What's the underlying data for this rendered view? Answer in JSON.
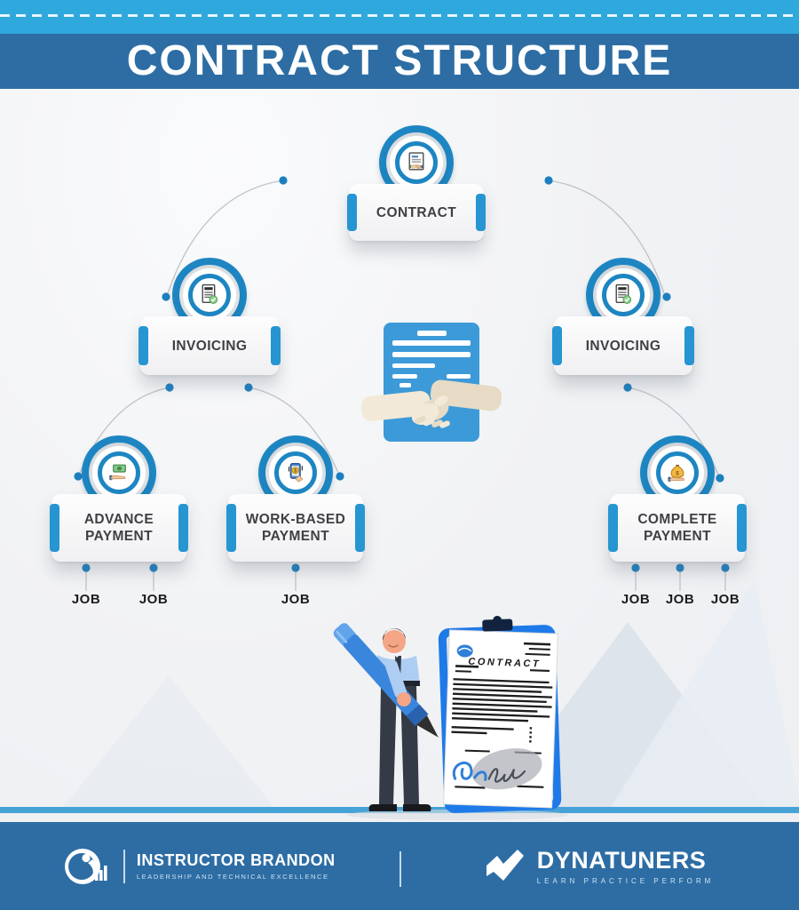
{
  "header": {
    "title": "CONTRACT STRUCTURE"
  },
  "diagram": {
    "contract": {
      "label": "CONTRACT",
      "icon": "document-handshake-icon"
    },
    "invoicing_left": {
      "label": "INVOICING",
      "icon": "invoice-check-icon"
    },
    "invoicing_right": {
      "label": "INVOICING",
      "icon": "invoice-check-icon"
    },
    "advance_payment": {
      "line1": "ADVANCE",
      "line2": "PAYMENT",
      "icon": "cash-in-hand-icon"
    },
    "work_based_payment": {
      "line1": "WORK-BASED",
      "line2": "PAYMENT",
      "icon": "device-payment-icon"
    },
    "complete_payment": {
      "line1": "COMPLETE",
      "line2": "PAYMENT",
      "icon": "money-bag-icon"
    },
    "job_labels": [
      "JOB",
      "JOB",
      "JOB",
      "JOB",
      "JOB",
      "JOB"
    ]
  },
  "illustrations": {
    "center_alt": "handshake over blue contract document",
    "bottom_alt": "man signing contract on clipboard with giant pen",
    "clipboard_title": "CONTRACT"
  },
  "footer": {
    "left": {
      "brand": "INSTRUCTOR BRANDON",
      "tagline": "LEADERSHIP AND TECHNICAL EXCELLENCE"
    },
    "right": {
      "brand": "DYNATUNERS",
      "tagline": "LEARN PRACTICE PERFORM"
    }
  },
  "colors": {
    "band_light": "#2FA8DE",
    "band_dark": "#2D6DA4",
    "accent_blue": "#2695D2",
    "ring_blue": "#1D86C2",
    "dot_blue": "#1C7FC0",
    "node_text": "#3F4043",
    "doc_blue": "#3D9AD8",
    "clipboard_blue": "#1E7AE8",
    "ground_stripe": "#47A3D6",
    "footer_bg": "#2D6DA4"
  }
}
